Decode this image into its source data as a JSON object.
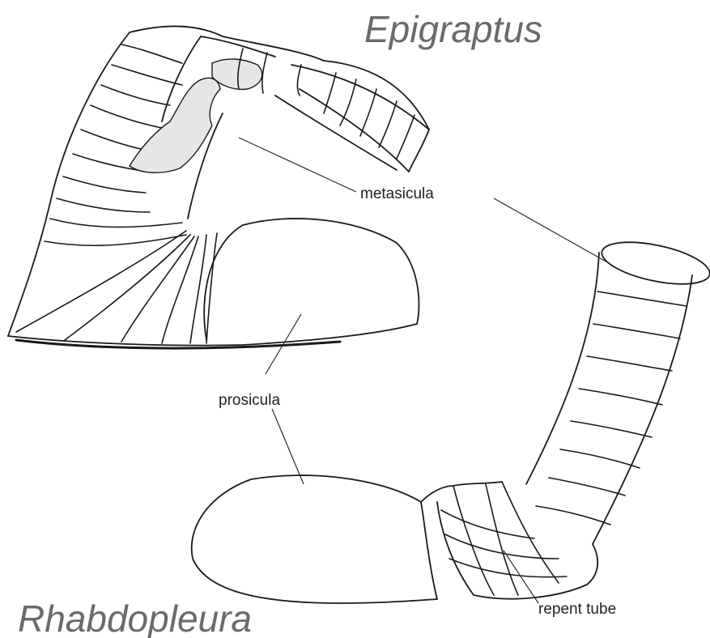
{
  "figure": {
    "title_top": "Epigraptus",
    "title_bottom": "Rhabdopleura",
    "labels": {
      "metasicula": "metasicula",
      "prosicula": "prosicula",
      "repent_tube": "repent tube"
    }
  }
}
